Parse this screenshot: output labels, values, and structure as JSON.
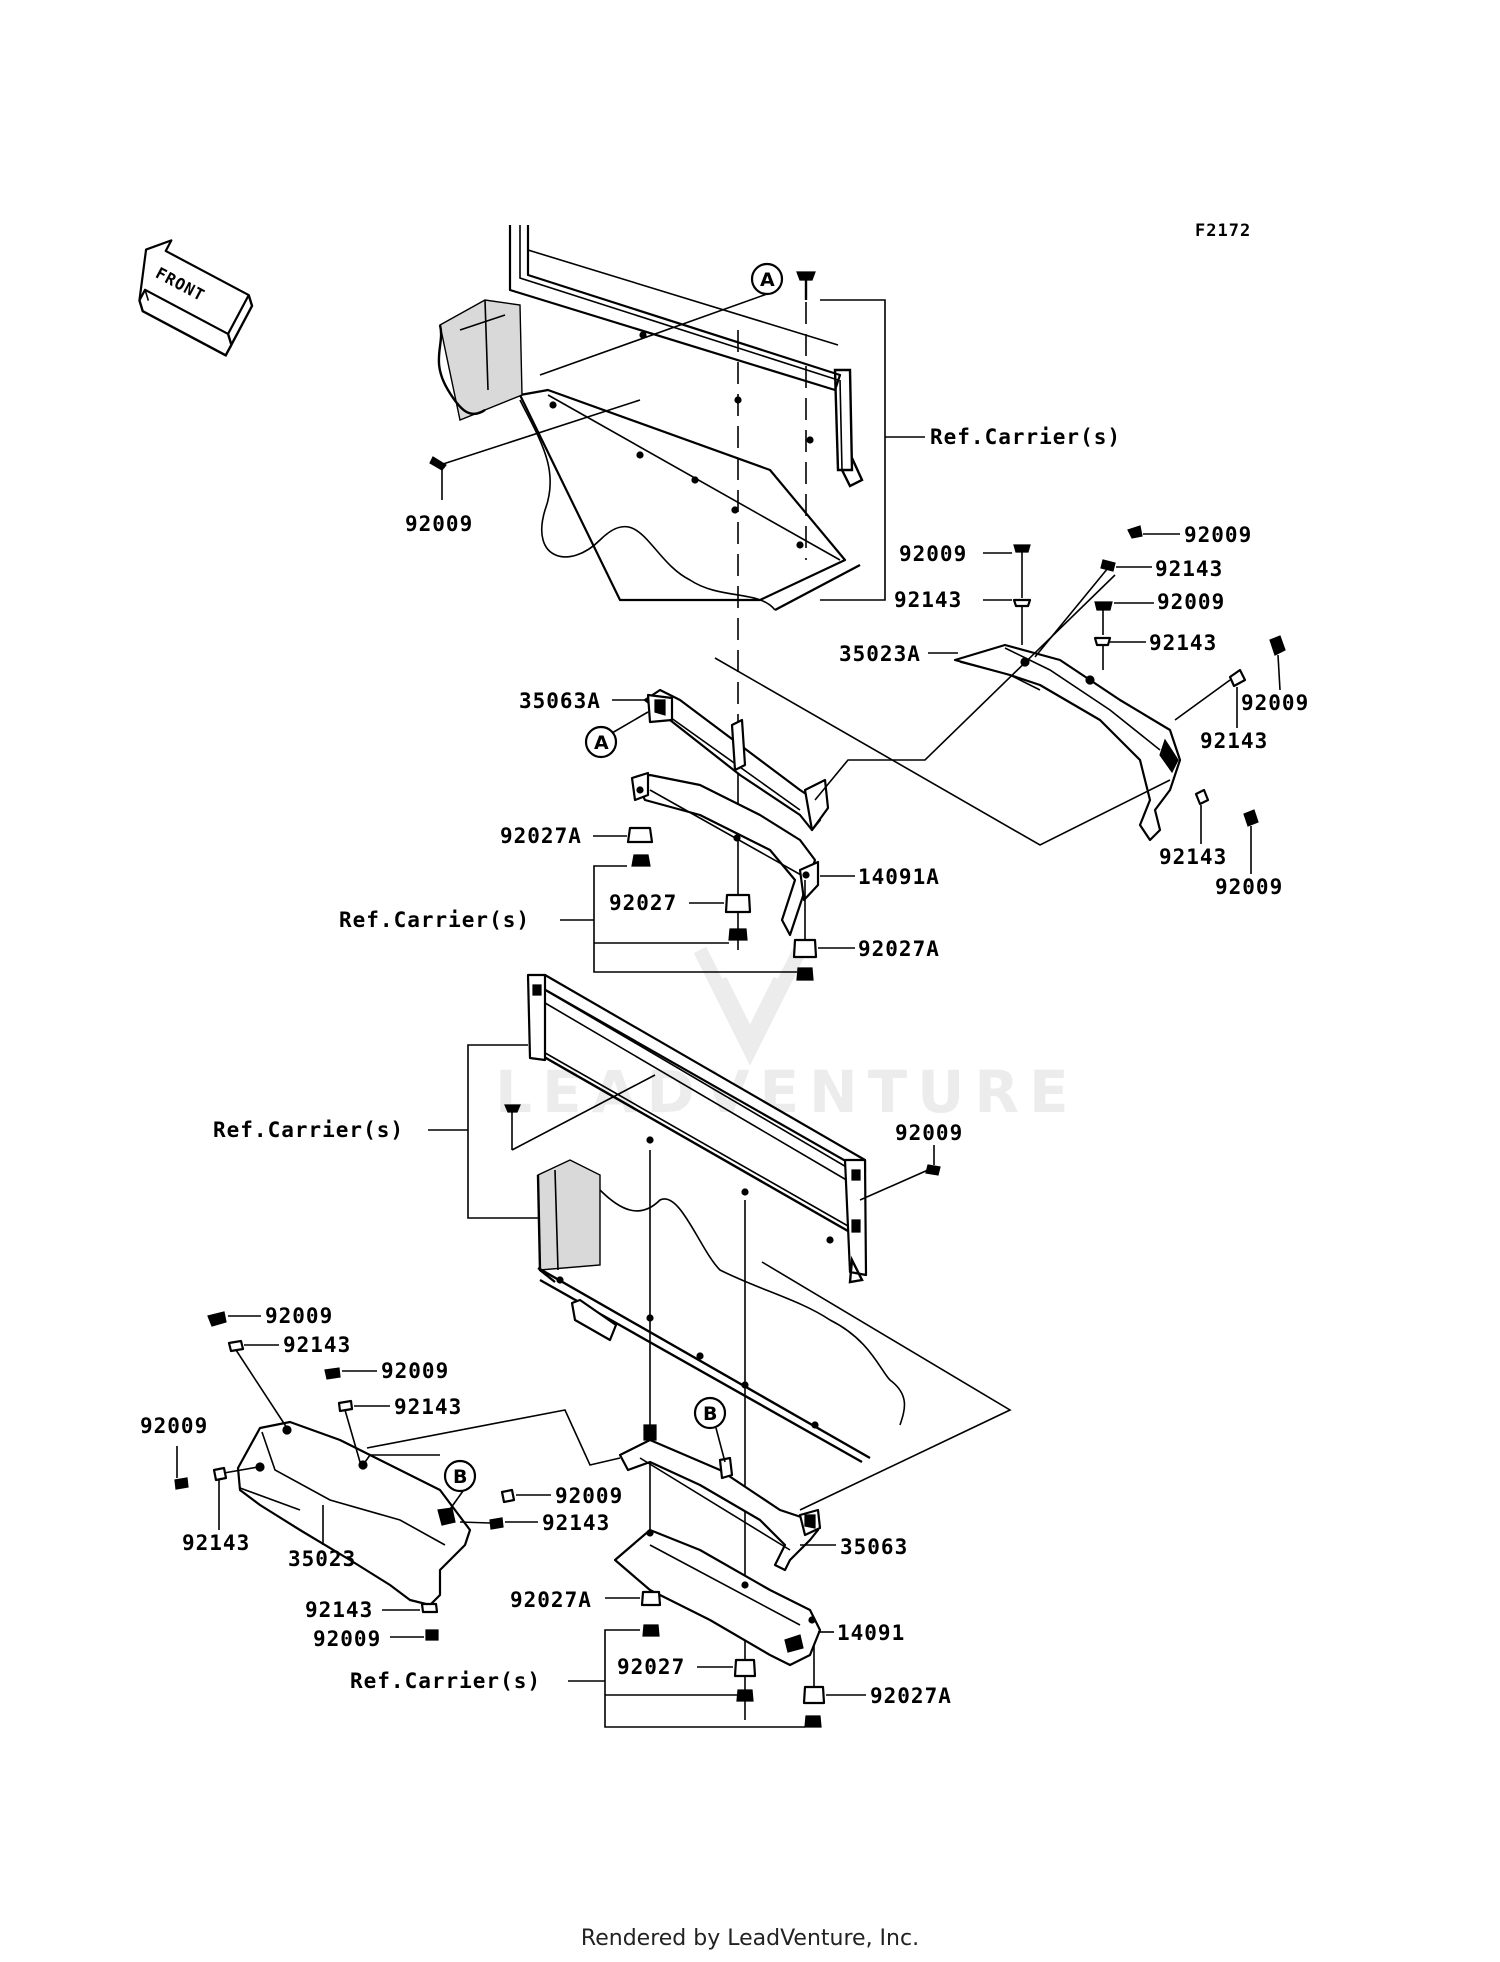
{
  "figure_code": "F2172",
  "front_label": "FRONT",
  "watermark": "LEADVENTURE",
  "footer": "Rendered by LeadVenture, Inc.",
  "ref_carrier_label": "Ref.Carrier(s)",
  "callout_a": "A",
  "callout_b": "B",
  "parts": {
    "p92009": "92009",
    "p92143": "92143",
    "p35023A": "35023A",
    "p35063A": "35063A",
    "p14091A": "14091A",
    "p92027": "92027",
    "p92027A": "92027A",
    "p35023": "35023",
    "p35063": "35063",
    "p14091": "14091"
  }
}
